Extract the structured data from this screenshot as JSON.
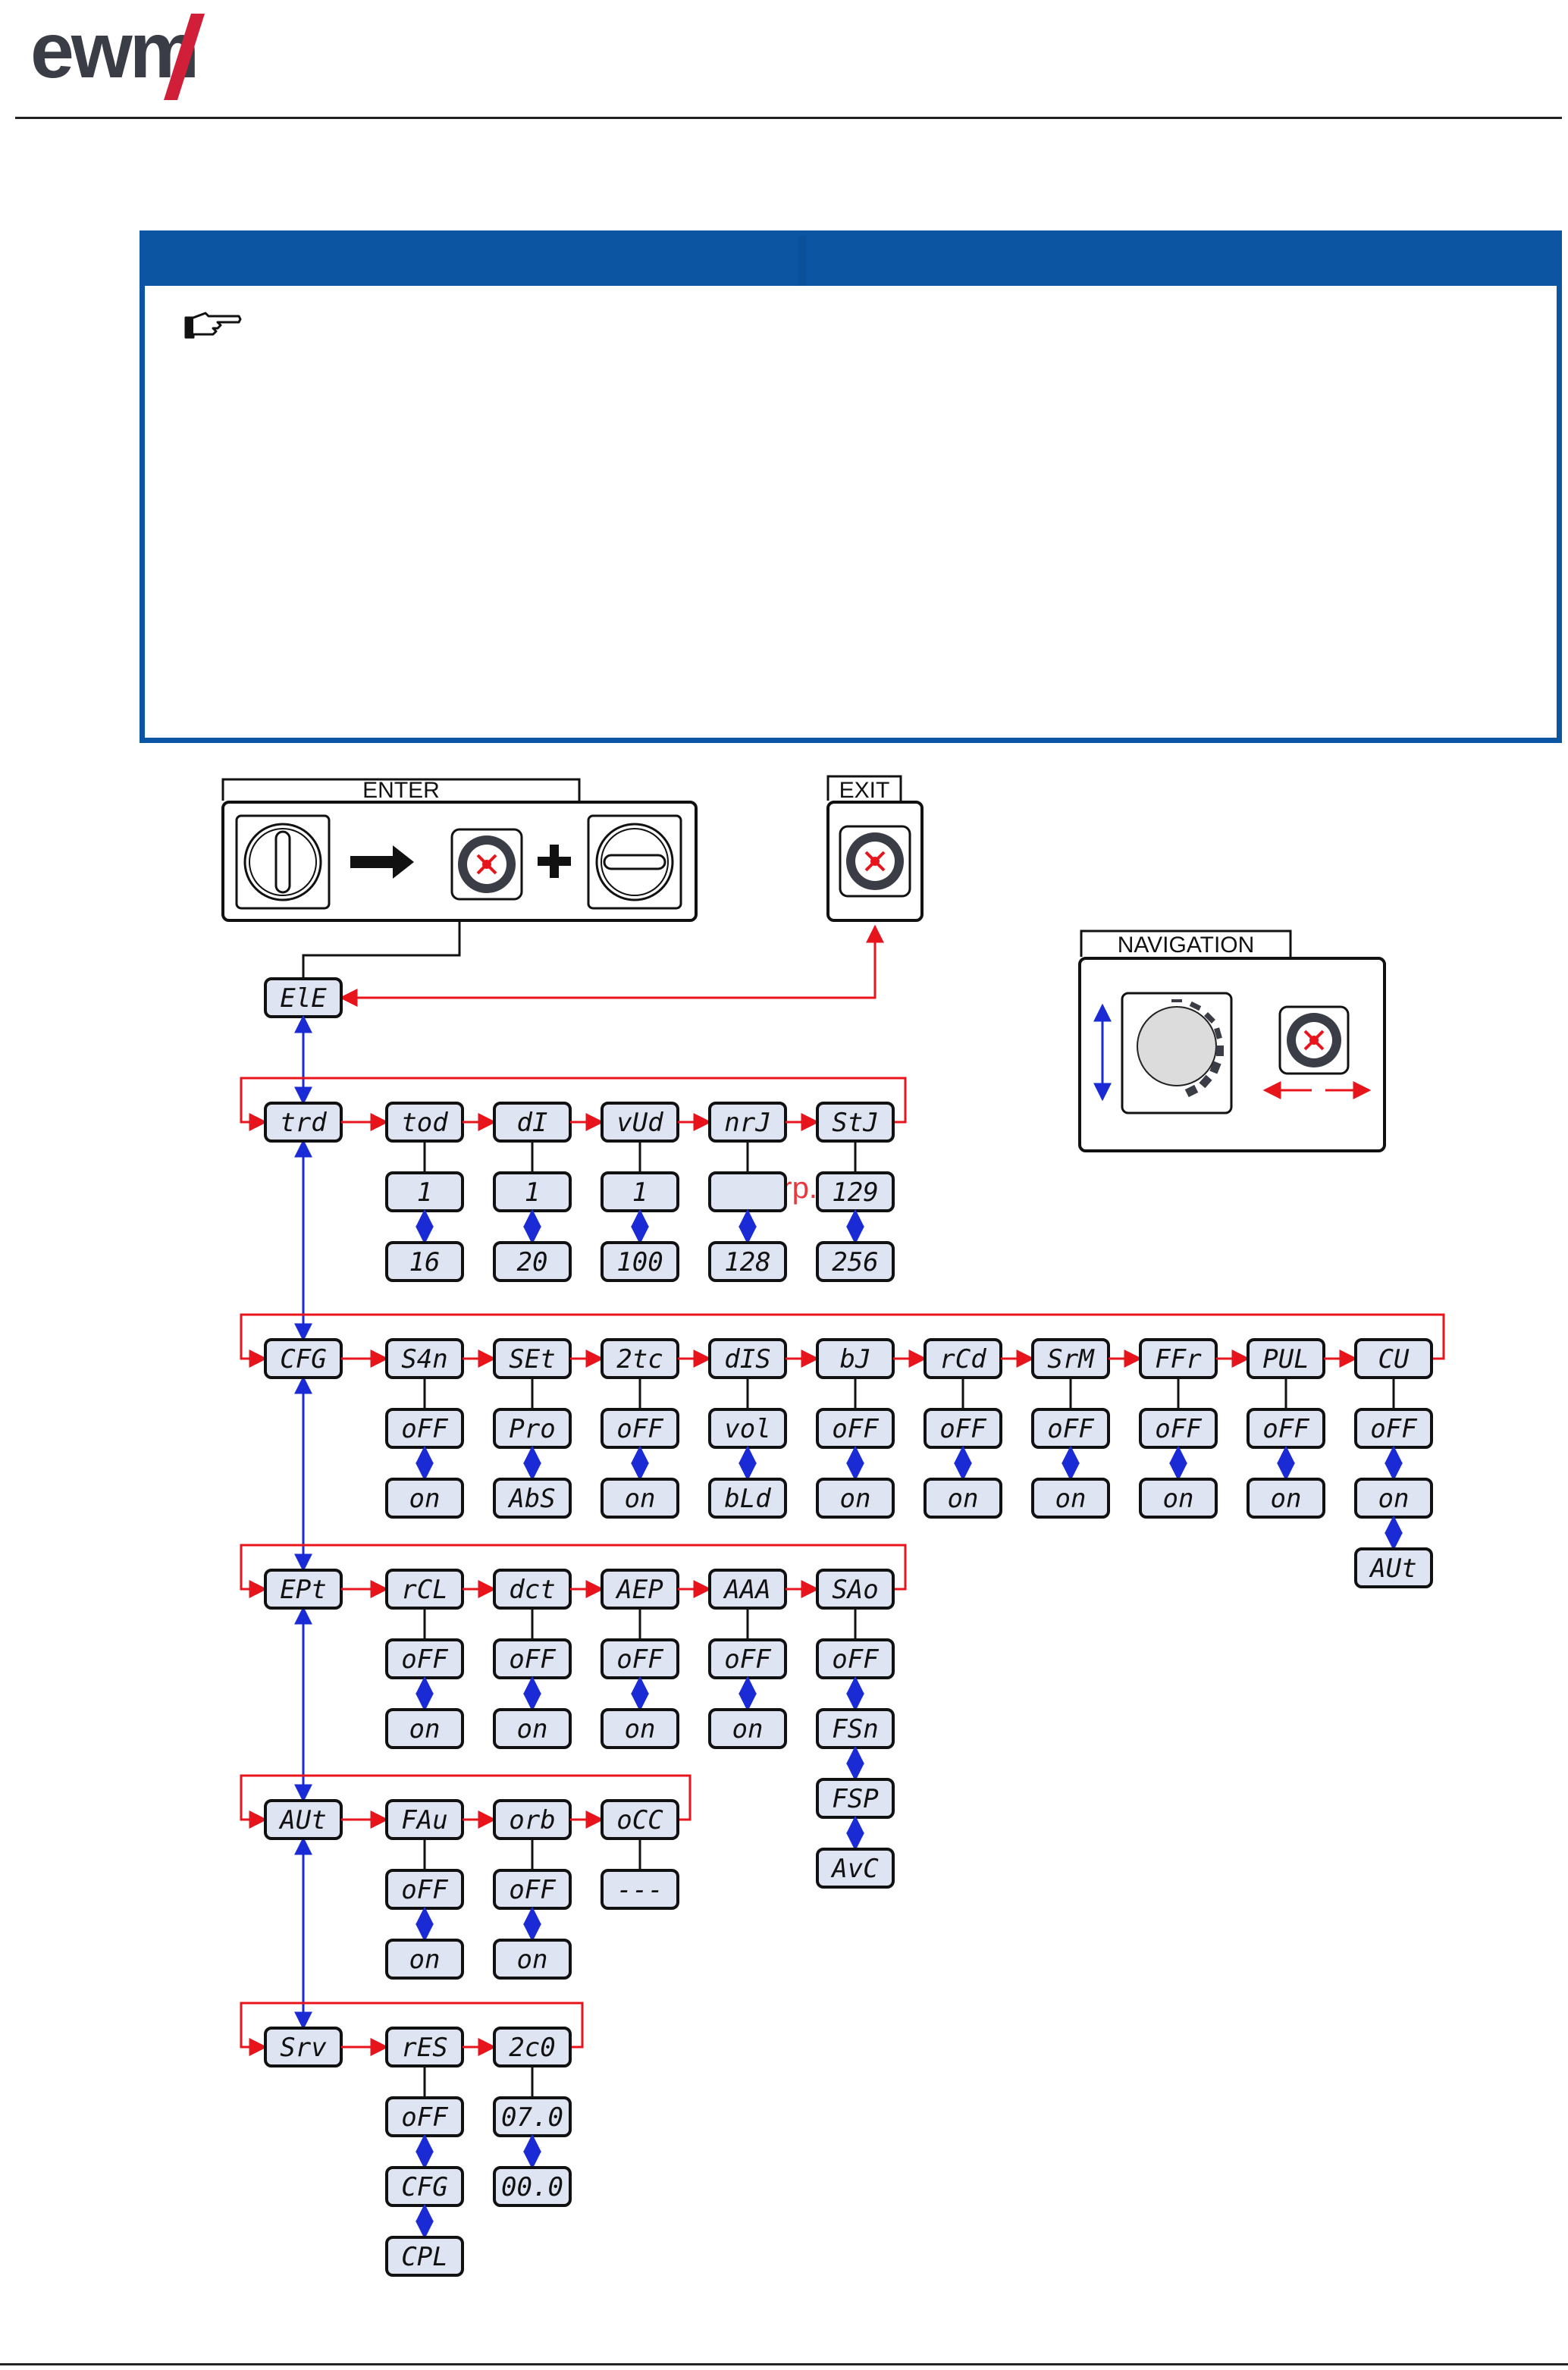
{
  "brand": {
    "logo_text": "ewm"
  },
  "watermark": "McGrp.Ru",
  "labels": {
    "enter": "ENTER",
    "exit": "EXIT",
    "navigation": "NAVIGATION"
  },
  "root": "ElE",
  "menus": [
    {
      "code": "trd",
      "items": [
        {
          "code": "tod",
          "values": [
            "1",
            "16"
          ]
        },
        {
          "code": "dI",
          "values": [
            "1",
            "20"
          ]
        },
        {
          "code": "vUd",
          "values": [
            "1",
            "100"
          ]
        },
        {
          "code": "nrJ",
          "values": [
            "",
            "128"
          ]
        },
        {
          "code": "StJ",
          "values": [
            "129",
            "256"
          ]
        }
      ]
    },
    {
      "code": "CFG",
      "items": [
        {
          "code": "S4n",
          "values": [
            "oFF",
            "on"
          ]
        },
        {
          "code": "SEt",
          "values": [
            "Pro",
            "AbS"
          ]
        },
        {
          "code": "2tc",
          "values": [
            "oFF",
            "on"
          ]
        },
        {
          "code": "dIS",
          "values": [
            "vol",
            "bLd"
          ]
        },
        {
          "code": "bJ",
          "values": [
            "oFF",
            "on"
          ]
        },
        {
          "code": "rCd",
          "values": [
            "oFF",
            "on"
          ]
        },
        {
          "code": "SrM",
          "values": [
            "oFF",
            "on"
          ]
        },
        {
          "code": "FFr",
          "values": [
            "oFF",
            "on"
          ]
        },
        {
          "code": "PUL",
          "values": [
            "oFF",
            "on"
          ]
        },
        {
          "code": "CU",
          "values": [
            "oFF",
            "on",
            "AUt"
          ]
        }
      ]
    },
    {
      "code": "EPt",
      "items": [
        {
          "code": "rCL",
          "values": [
            "oFF",
            "on"
          ]
        },
        {
          "code": "dct",
          "values": [
            "oFF",
            "on"
          ]
        },
        {
          "code": "AEP",
          "values": [
            "oFF",
            "on"
          ]
        },
        {
          "code": "AAA",
          "values": [
            "oFF",
            "on"
          ]
        },
        {
          "code": "SAo",
          "values": [
            "oFF",
            "FSn",
            "FSP",
            "AvC"
          ]
        }
      ]
    },
    {
      "code": "AUt",
      "items": [
        {
          "code": "FAu",
          "values": [
            "oFF",
            "on"
          ]
        },
        {
          "code": "orb",
          "values": [
            "oFF",
            "on"
          ]
        },
        {
          "code": "oCC",
          "values": [
            "---"
          ]
        }
      ]
    },
    {
      "code": "Srv",
      "items": [
        {
          "code": "rES",
          "values": [
            "oFF",
            "CFG",
            "CPL"
          ]
        },
        {
          "code": "2c0",
          "values": [
            "07.0",
            "00.0"
          ]
        }
      ]
    }
  ],
  "colors": {
    "accent": "#0b55a2",
    "loop": "#e8141b",
    "link": "#1a2bd6",
    "lcd_bg": "#dfe4f2",
    "logo_red": "#d11f3a",
    "logo_dark": "#3a3d45"
  }
}
